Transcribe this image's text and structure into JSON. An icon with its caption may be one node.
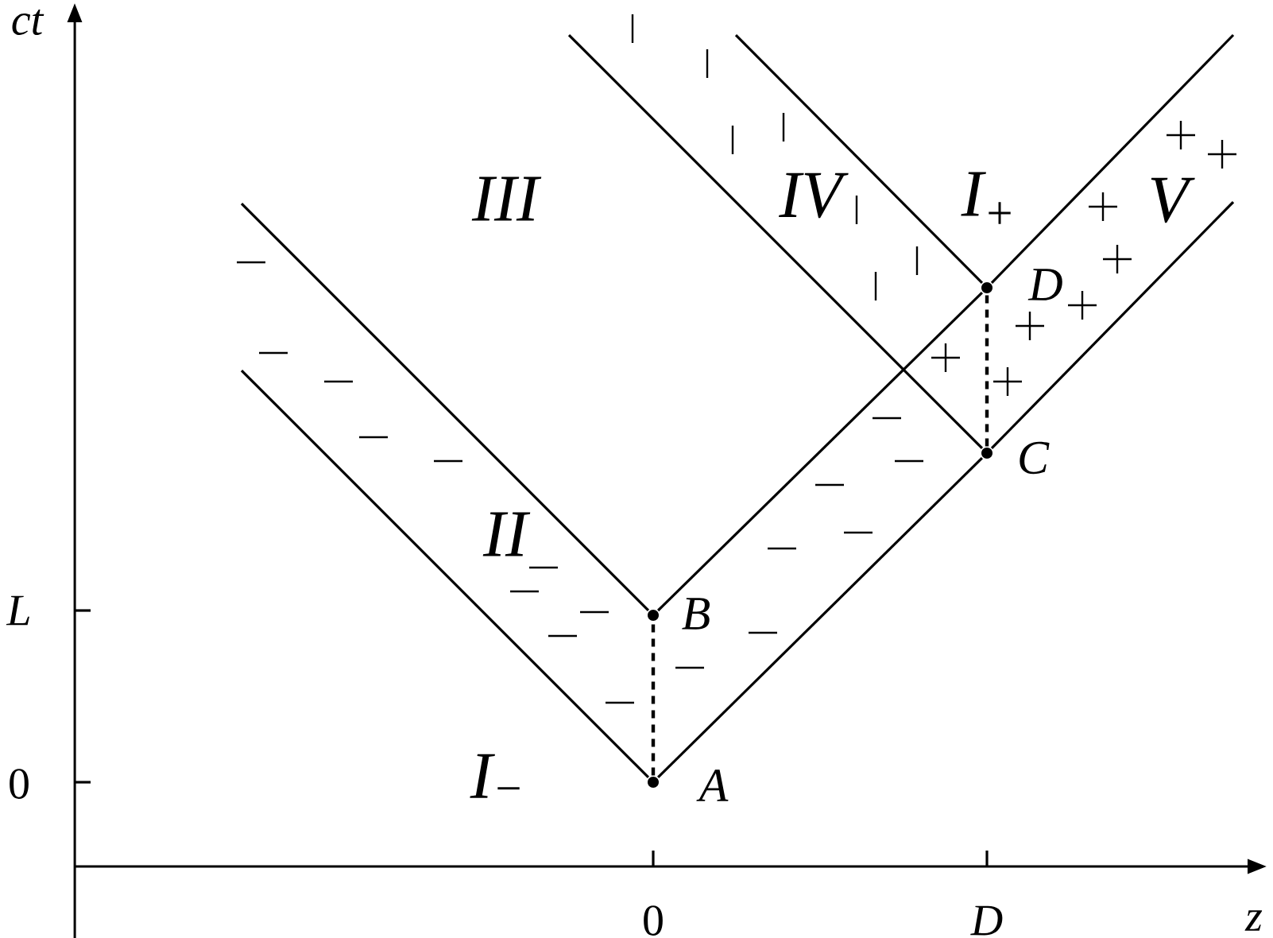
{
  "diagram": {
    "nodes": [
      {
        "text": [],
        "shape": "circle",
        "beside": [
          "A"
        ]
      },
      {
        "text": [],
        "shape": "circle",
        "beside": [
          "B"
        ]
      },
      {
        "text": [],
        "shape": "circle",
        "beside": [
          "C"
        ]
      },
      {
        "text": [],
        "shape": "circle",
        "beside": [
          "D"
        ]
      }
    ],
    "edges": [
      {
        "from": 0,
        "to": 1,
        "arrow": "none",
        "style": "dashed"
      },
      {
        "from": 2,
        "to": 3,
        "arrow": "none",
        "style": "dashed"
      },
      {
        "from": 0,
        "to": 2,
        "arrow": "none"
      },
      {
        "from": 1,
        "to": 3,
        "arrow": "none"
      },
      {
        "from": 0,
        "to": null,
        "arrow": "none"
      },
      {
        "from": 1,
        "to": null,
        "arrow": "none"
      },
      {
        "from": 2,
        "to": null,
        "arrow": "none"
      },
      {
        "from": 3,
        "to": null,
        "arrow": "none"
      },
      {
        "from": 2,
        "to": null,
        "arrow": "none"
      },
      {
        "from": 3,
        "to": null,
        "arrow": "none"
      }
    ],
    "labels": [
      "ct",
      "z",
      "0",
      "L",
      "0",
      "D",
      "III",
      "IV",
      "I$_{+}$",
      "V",
      "II",
      "I$_{−}$"
    ]
  }
}
